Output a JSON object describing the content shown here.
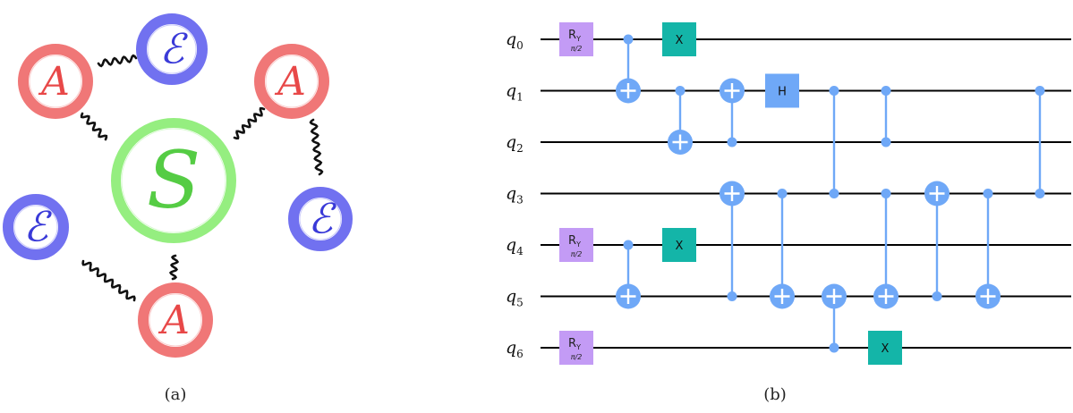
{
  "panel_a": {
    "label": "(a)",
    "nodes": [
      {
        "id": "A1",
        "letter": "A",
        "kind": "agent"
      },
      {
        "id": "E1",
        "letter": "ℰ",
        "kind": "environment"
      },
      {
        "id": "A2",
        "letter": "A",
        "kind": "agent"
      },
      {
        "id": "S",
        "letter": "S",
        "kind": "system"
      },
      {
        "id": "E2",
        "letter": "ℰ",
        "kind": "environment"
      },
      {
        "id": "E3",
        "letter": "ℰ",
        "kind": "environment"
      },
      {
        "id": "A3",
        "letter": "A",
        "kind": "agent"
      }
    ],
    "links": [
      [
        "A1",
        "E1"
      ],
      [
        "A1",
        "S"
      ],
      [
        "A2",
        "S"
      ],
      [
        "A2",
        "E2"
      ],
      [
        "A3",
        "S"
      ],
      [
        "A3",
        "E3"
      ]
    ],
    "colors": {
      "agent": "#f07070",
      "environment": "#6a6af0",
      "system": "#90ee7a",
      "agent_text": "#e84848",
      "environment_text": "#3a3ad8",
      "system_text": "#55cc44"
    }
  },
  "panel_b": {
    "label": "(b)",
    "qubits": [
      {
        "name": "q",
        "index": "0"
      },
      {
        "name": "q",
        "index": "1"
      },
      {
        "name": "q",
        "index": "2"
      },
      {
        "name": "q",
        "index": "3"
      },
      {
        "name": "q",
        "index": "4"
      },
      {
        "name": "q",
        "index": "5"
      },
      {
        "name": "q",
        "index": "6"
      }
    ],
    "ry_gate": {
      "main": "R",
      "sub": "Y",
      "param": "π/2"
    },
    "ry_qubits": [
      0,
      4,
      6
    ],
    "single_gates": [
      {
        "label": "X",
        "qubit": 0,
        "column": 2
      },
      {
        "label": "X",
        "qubit": 4,
        "column": 2
      },
      {
        "label": "H",
        "qubit": 1,
        "column": 5
      },
      {
        "label": "X",
        "qubit": 6,
        "column": 8
      }
    ],
    "cnots": [
      {
        "control": 0,
        "target": 1,
        "column": 1
      },
      {
        "control": 4,
        "target": 5,
        "column": 1
      },
      {
        "control": 1,
        "target": 2,
        "column": 3
      },
      {
        "control": 2,
        "target": 1,
        "column": 4
      },
      {
        "control": 5,
        "target": 3,
        "column": 4
      },
      {
        "control": 3,
        "target": 5,
        "column": 6
      },
      {
        "control": 6,
        "target": 5,
        "column": 7
      },
      {
        "control": 3,
        "target": 5,
        "column": 8
      },
      {
        "control": 5,
        "target": 3,
        "column": 9
      },
      {
        "control": 3,
        "target": 5,
        "column": 10
      }
    ],
    "cz_gates": [
      {
        "qubits": [
          1,
          3
        ],
        "column": 7
      },
      {
        "qubits": [
          1,
          2
        ],
        "column": 8
      },
      {
        "qubits": [
          1,
          3
        ],
        "column": 11
      }
    ],
    "colors": {
      "ry": "#c39bf5",
      "x": "#14b5a8",
      "h": "#6fa8f7",
      "control": "#6fa8f7",
      "wire": "#000000"
    }
  }
}
